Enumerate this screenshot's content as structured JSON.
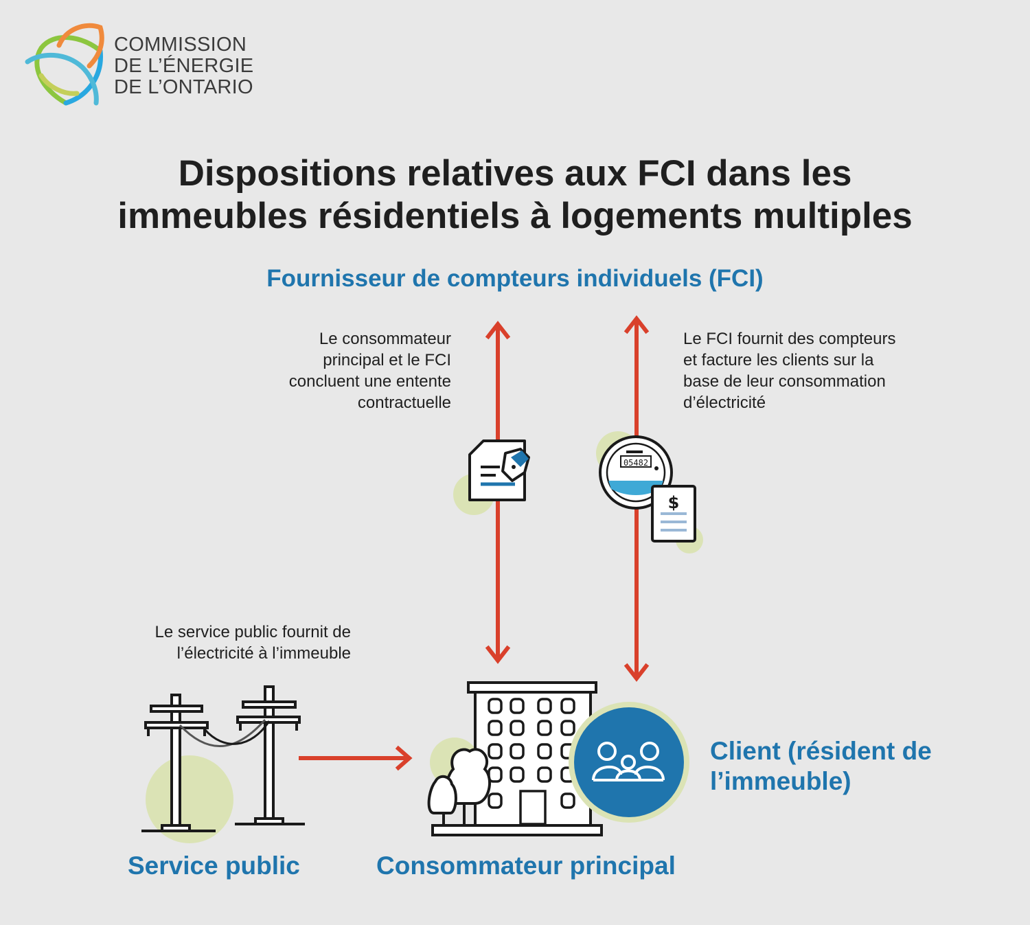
{
  "logo": {
    "lines": [
      "COMMISSION",
      "DE L’ÉNERGIE",
      "DE L’ONTARIO"
    ],
    "colors": [
      "#f08a3c",
      "#8cc63f",
      "#29a8e0"
    ]
  },
  "title": {
    "line1": "Dispositions relatives aux FCI dans les",
    "line2": "immeubles résidentiels à logements multiples"
  },
  "nodes": {
    "provider": "Fournisseur de compteurs individuels (FCI)",
    "utility": "Service public",
    "consumer": "Consommateur principal",
    "client_line1": "Client (résident de",
    "client_line2": "l’immeuble)"
  },
  "notes": {
    "contract": [
      "Le consommateur",
      "principal et le FCI",
      "concluent une entente",
      "contractuelle"
    ],
    "billing": [
      "Le FCI fournit des compteurs",
      "et facture les clients sur la",
      "base de leur consommation",
      "d’électricité"
    ],
    "utility": [
      "Le service public fournit de",
      "l’électricité à l’immeuble"
    ]
  },
  "meter": {
    "reading": "05482"
  },
  "bill": {
    "symbol": "$"
  },
  "colors": {
    "accent_blue": "#1f75ad",
    "arrow_red": "#d9402b",
    "highlight_green": "#dbe3b5",
    "background": "#e8e8e8"
  }
}
